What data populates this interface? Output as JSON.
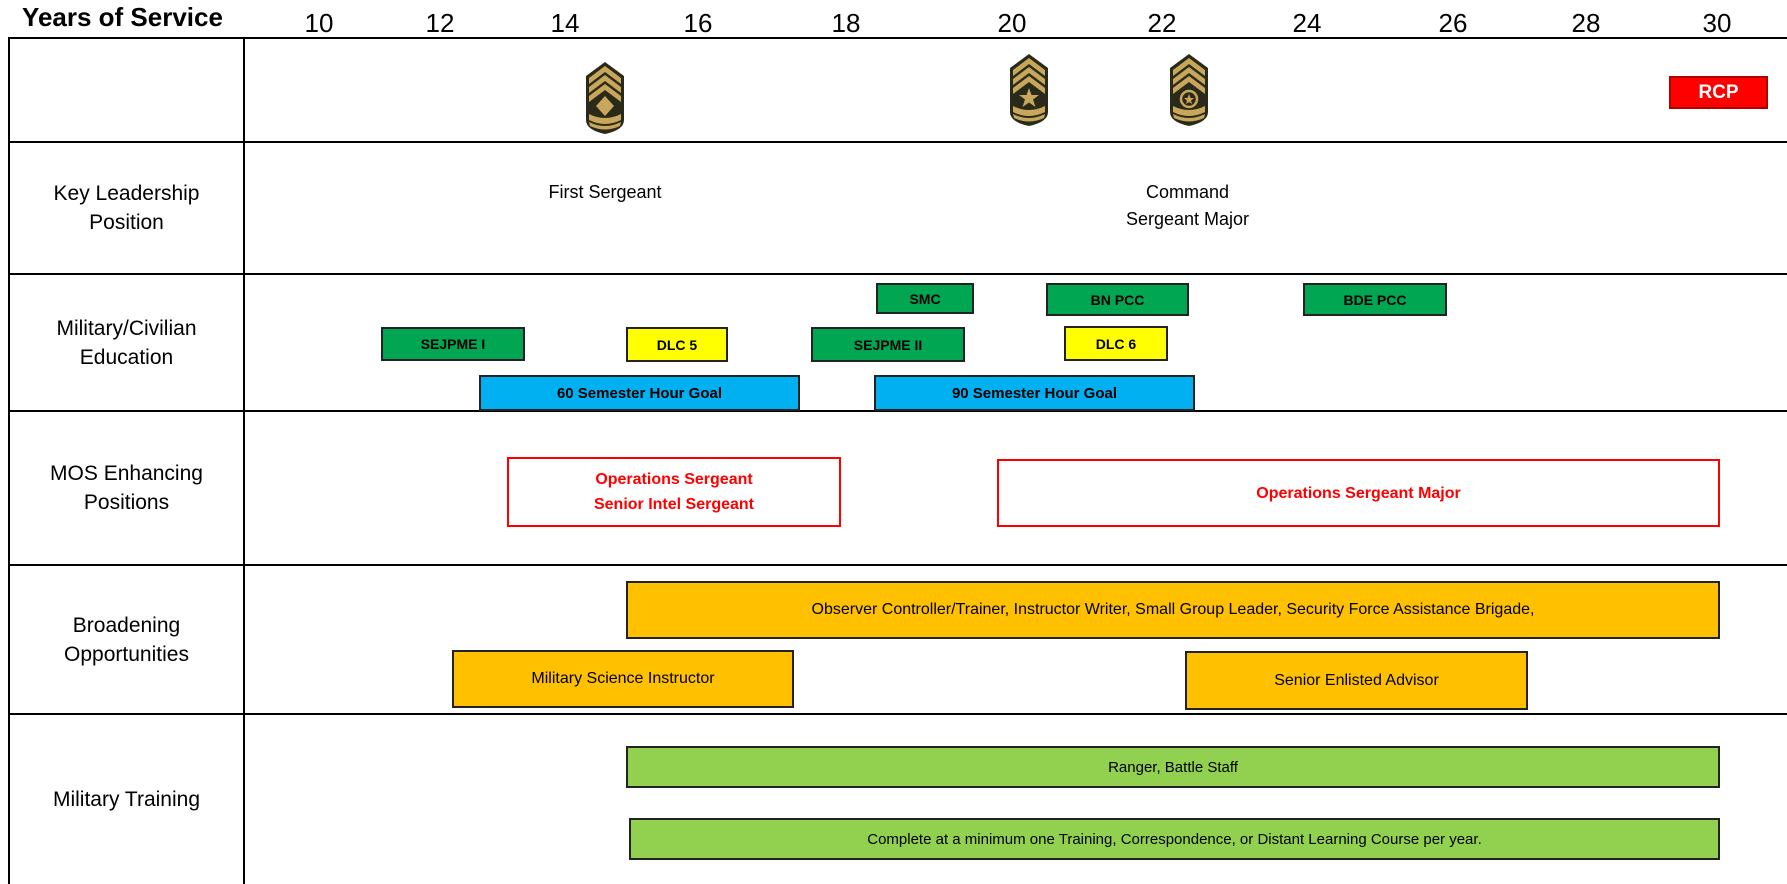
{
  "header": {
    "title": "Years of Service",
    "ticks": [
      "10",
      "12",
      "14",
      "16",
      "18",
      "20",
      "22",
      "24",
      "26",
      "28",
      "30"
    ]
  },
  "rows": {
    "key_leadership": "Key Leadership Position",
    "education": "Military/Civilian Education",
    "mos": "MOS Enhancing Positions",
    "broadening": "Broadening Opportunities",
    "training": "Military Training"
  },
  "rank": {
    "insignia": [
      "sergeant-major-rank-icon",
      "command-sergeant-major-star-rank-icon",
      "command-sergeant-major-wreath-rank-icon"
    ],
    "rcp": "RCP"
  },
  "key_leadership": {
    "first_sergeant": "First Sergeant",
    "csm_line1": "Command",
    "csm_line2": "Sergeant Major"
  },
  "education": {
    "smc": "SMC",
    "bn_pcc": "BN PCC",
    "bde_pcc": "BDE PCC",
    "sejpme_1": "SEJPME I",
    "dlc5": "DLC 5",
    "sejpme_2": "SEJPME II",
    "dlc6": "DLC 6",
    "goal60": "60 Semester Hour Goal",
    "goal90": "90 Semester Hour Goal"
  },
  "mos": {
    "ops_sgt": "Operations Sergeant",
    "senior_intel": "Senior Intel Sergeant",
    "ops_sgm": "Operations Sergeant Major"
  },
  "broadening": {
    "list": "Observer Controller/Trainer,  Instructor Writer, Small Group Leader, Security Force Assistance Brigade,",
    "msi": "Military Science Instructor",
    "sea": "Senior Enlisted Advisor"
  },
  "training": {
    "ranger": "Ranger, Battle Staff",
    "complete": "Complete at a minimum one Training, Correspondence,  or Distant Learning Course per year."
  },
  "colors": {
    "green": "#00a651",
    "yellow": "#ffff00",
    "blue": "#00b0f0",
    "red": "#ff0000",
    "orange": "#ffc000",
    "light_green": "#92d050",
    "insignia_gold": "#c8a75a",
    "insignia_dark": "#2a2a1a"
  }
}
